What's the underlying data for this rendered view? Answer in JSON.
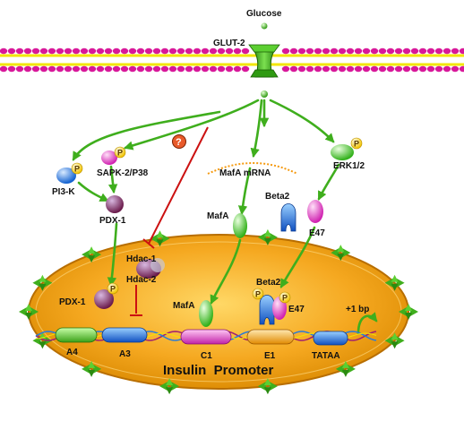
{
  "labels": {
    "glucose": "Glucose",
    "glut2": "GLUT-2",
    "pi3k": "PI3-K",
    "sapk": "SAPK-2/P38",
    "unknown": "?",
    "pdx1_cyto": "PDX-1",
    "mafa_mrna": "MafA mRNA",
    "mafa_cyto": "MafA",
    "beta2_cyto": "Beta2",
    "erk": "ERK1/2",
    "e47_cyto": "E47",
    "hdac1": "Hdac-1",
    "hdac2": "Hdac-2",
    "pdx1_nuc": "PDX-1",
    "mafa_nuc": "MafA",
    "beta2_nuc": "Beta2",
    "e47_nuc": "E47",
    "plus1bp": "+1 bp",
    "a4": "A4",
    "a3": "A3",
    "c1": "C1",
    "e1": "E1",
    "tataa": "TATAA",
    "promoter": "Insulin  Promoter",
    "phospho": "P"
  },
  "colors": {
    "arrow_green": "#3fae1d",
    "inhibit_red": "#cc1111",
    "membrane_pink": "#d8189a",
    "membrane_yellow": "#f2e600",
    "nucleus_orange": "#f2a31c",
    "nucleus_edge": "#b86e00",
    "transporter_green": "#2f8f12"
  }
}
